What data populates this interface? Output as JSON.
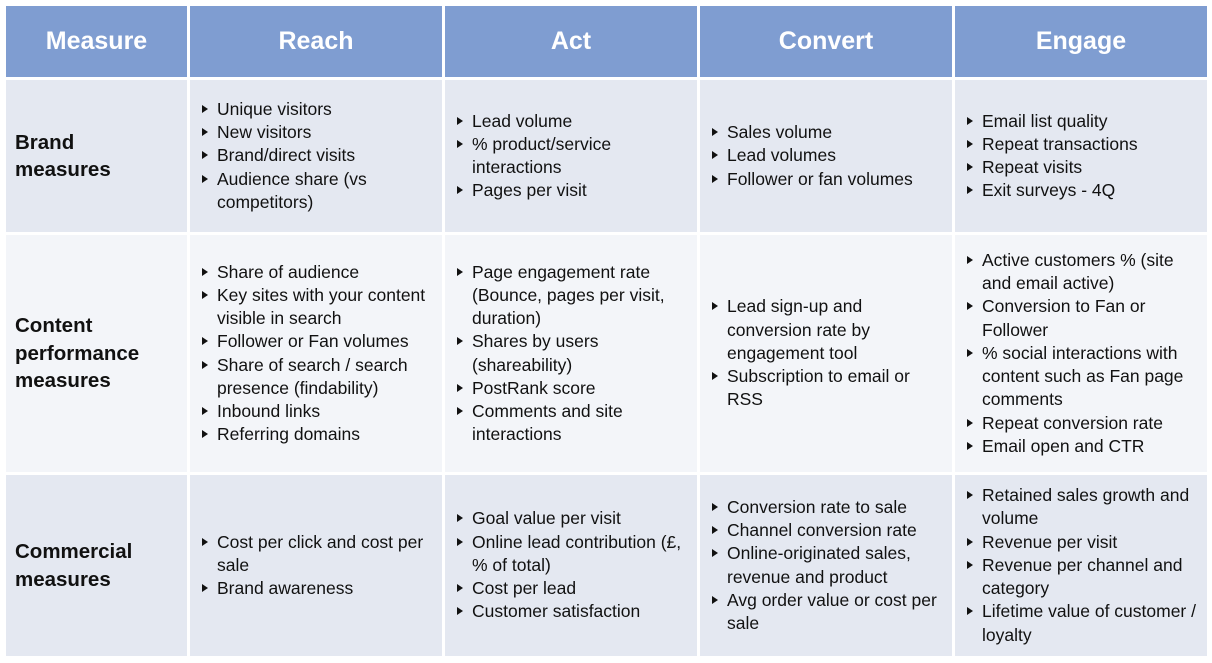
{
  "headers": [
    "Measure",
    "Reach",
    "Act",
    "Convert",
    "Engage"
  ],
  "rows": [
    {
      "label": [
        "Brand",
        "measures"
      ],
      "cells": [
        [
          "Unique visitors",
          "New visitors",
          "Brand/direct visits",
          "Audience share (vs competitors)"
        ],
        [
          "Lead volume",
          "% product/service interactions",
          "Pages per visit"
        ],
        [
          "Sales volume",
          "Lead volumes",
          "Follower or fan volumes"
        ],
        [
          "Email list quality",
          "Repeat transactions",
          "Repeat visits",
          "Exit surveys - 4Q"
        ]
      ]
    },
    {
      "label": [
        "Content",
        "performance",
        "measures"
      ],
      "cells": [
        [
          "Share of audience",
          "Key sites with your content visible in search",
          "Follower or Fan volumes",
          "Share of search / search presence (findability)",
          "Inbound links",
          "Referring domains"
        ],
        [
          "Page engagement rate (Bounce, pages per visit, duration)",
          "Shares by users (shareability)",
          "PostRank score",
          "Comments and site interactions"
        ],
        [
          "Lead sign-up and conversion rate by engagement tool",
          "Subscription to email or RSS"
        ],
        [
          "Active customers % (site and email active)",
          "Conversion to Fan or Follower",
          "% social interactions with content such as Fan page comments",
          "Repeat conversion rate",
          "Email open and CTR"
        ]
      ]
    },
    {
      "label": [
        "Commercial",
        "measures"
      ],
      "cells": [
        [
          "Cost per click and cost per sale",
          "Brand awareness"
        ],
        [
          "Goal value per visit",
          "Online lead contribution (£, % of total)",
          "Cost per lead",
          "Customer satisfaction"
        ],
        [
          "Conversion rate to sale",
          "Channel conversion rate",
          "Online-originated sales, revenue and product",
          "Avg order value or cost per sale"
        ],
        [
          "Retained sales growth and volume",
          "Revenue per visit",
          "Revenue per channel and category",
          "Lifetime value of customer / loyalty"
        ]
      ]
    }
  ]
}
